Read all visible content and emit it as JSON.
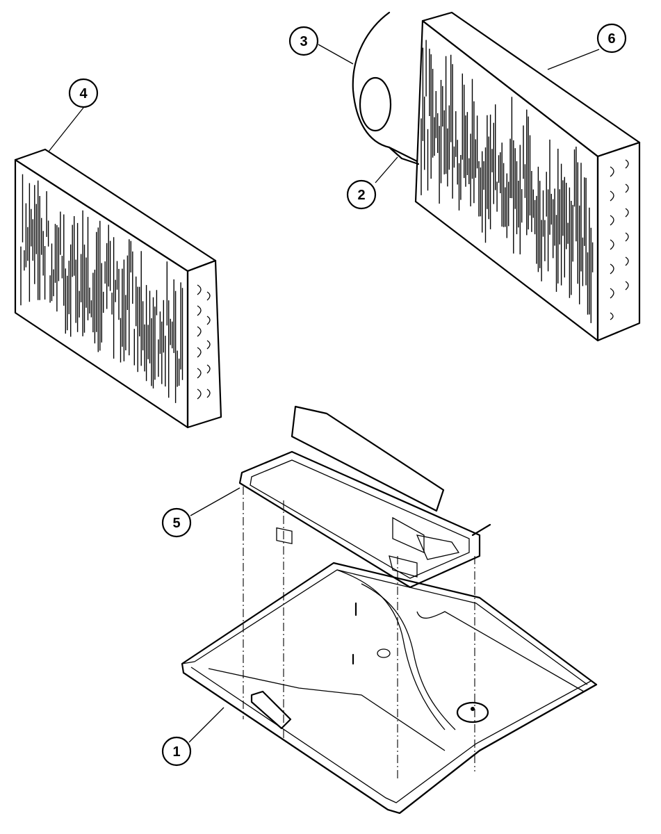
{
  "callouts": [
    {
      "id": "1",
      "label": "1",
      "part": "drain-pan"
    },
    {
      "id": "2",
      "label": "2",
      "part": "capillary-tube"
    },
    {
      "id": "3",
      "label": "3",
      "part": "sensor-bulb"
    },
    {
      "id": "4",
      "label": "4",
      "part": "condenser-coil"
    },
    {
      "id": "5",
      "label": "5",
      "part": "base-tray"
    },
    {
      "id": "6",
      "label": "6",
      "part": "evaporator-coil"
    }
  ]
}
